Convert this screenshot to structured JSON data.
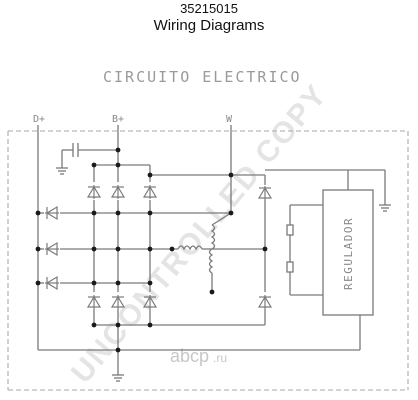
{
  "header": {
    "part_number": "35215015",
    "subtitle": "Wiring Diagrams"
  },
  "diagram": {
    "title": "CIRCUITO ELECTRICO",
    "terminals": {
      "d_plus": "D+",
      "b_plus": "B+",
      "w": "W"
    },
    "regulator_label": "REGULADOR"
  },
  "watermark": {
    "text": "UNCONTROLLED COPY",
    "brand_main": "abcp",
    "brand_suffix": ".ru"
  }
}
